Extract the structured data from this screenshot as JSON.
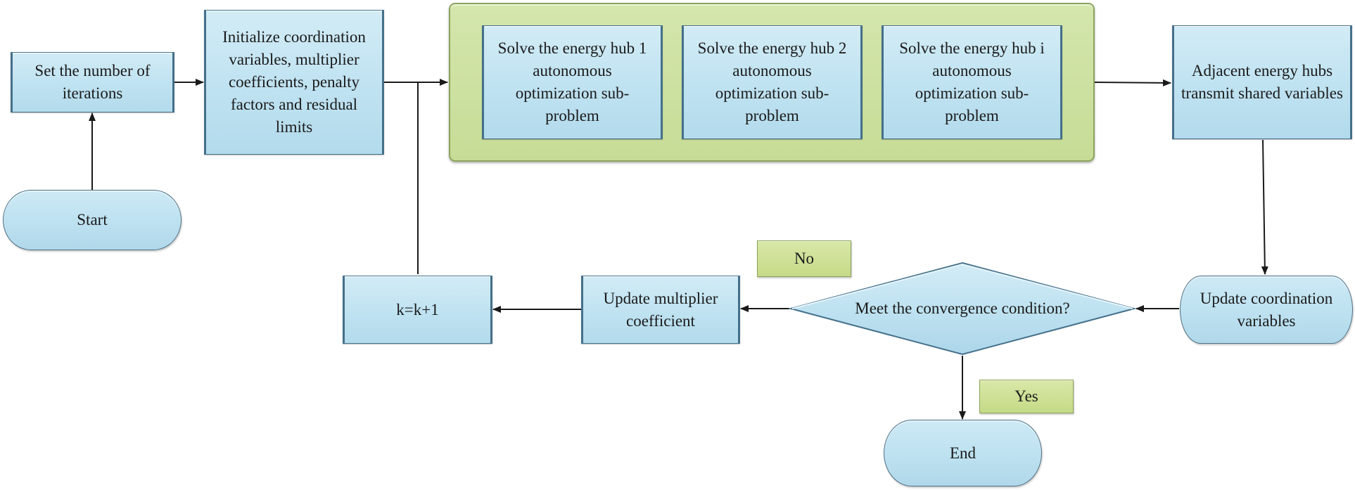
{
  "flowchart": {
    "start": "Start",
    "set_iterations": "Set the number of iterations",
    "initialize": "Initialize coordination variables, multiplier coefficients, penalty factors and residual limits",
    "solve_hub1": "Solve the energy hub 1 autonomous optimization sub-problem",
    "solve_hub2": "Solve the energy hub 2 autonomous optimization sub-problem",
    "solve_hubi": "Solve the energy hub i autonomous optimization sub-problem",
    "transmit": "Adjacent energy hubs transmit shared variables",
    "update_coordination": "Update coordination variables",
    "decision": "Meet the convergence condition?",
    "update_multiplier": "Update multiplier coefficient",
    "increment": "k=k+1",
    "end": "End",
    "label_no": "No",
    "label_yes": "Yes"
  },
  "colors": {
    "process_fill": "#bfe2f1",
    "process_border": "#45708a",
    "group_fill": "#c6dc96",
    "label_fill": "#c5da87",
    "connector": "#1a1a1a"
  }
}
